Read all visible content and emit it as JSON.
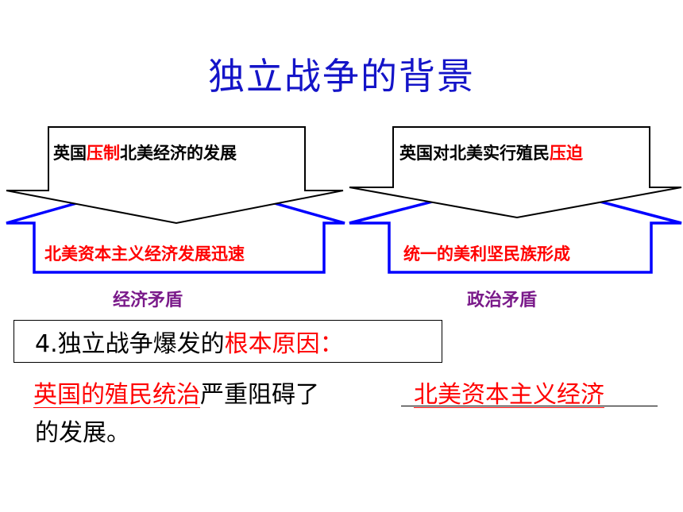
{
  "title": "独立战争的背景",
  "left_cause": {
    "top_prefix": "英国",
    "top_red": "压制",
    "top_suffix": "北美经济的发展",
    "bottom": "北美资本主义经济发展迅速",
    "caption": "经济矛盾"
  },
  "right_cause": {
    "top_prefix": "英国对北美实行殖民",
    "top_red": "压迫",
    "bottom": "统一的美利坚民族形成",
    "caption": "政治矛盾"
  },
  "question": {
    "prefix": "4.独立战争爆发的",
    "red": "根本原因：",
    "answer1": "英国的殖民统治",
    "middle": "严重阻碍了",
    "answer2": "北美资本主义经济",
    "end": "的发展。"
  },
  "colors": {
    "title": "#1414c8",
    "highlight": "#ff0000",
    "caption": "#7a1a8a",
    "arrow_outline_bottom": "#0000ff",
    "arrow_outline_top": "#000000"
  }
}
